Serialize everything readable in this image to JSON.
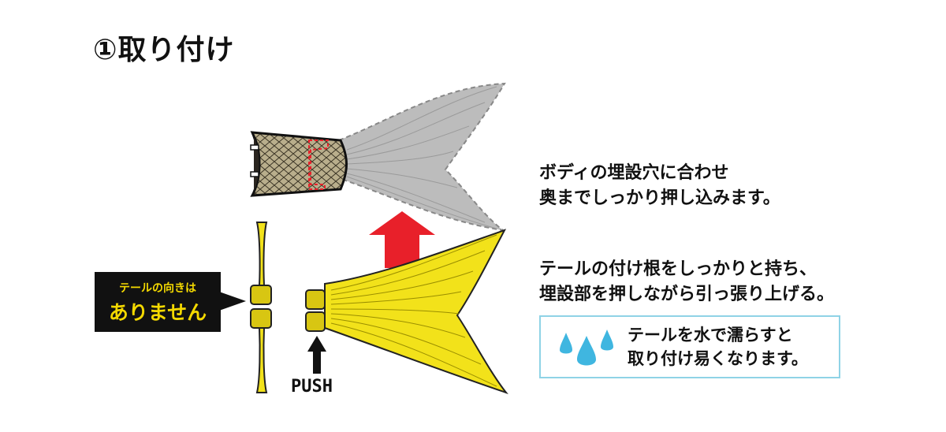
{
  "title": "①取り付け",
  "instruction_1": {
    "line1": "ボディの埋設穴に合わせ",
    "line2": "奥までしっかり押し込みます。"
  },
  "instruction_2": {
    "line1": "テールの付け根をしっかりと持ち、",
    "line2": "埋設部を押しながら引っ張り上げる。"
  },
  "tip": {
    "line1": "テールを水で濡らすと",
    "line2": "取り付け易くなります。",
    "icon": "water-drops-icon",
    "border_color": "#8fd3e6",
    "drop_color": "#3fb6e0"
  },
  "callout": {
    "line1": "テールの向きは",
    "line2": "ありません",
    "text_color": "#f4d900",
    "bg_color": "#111111"
  },
  "push_label": "PUSH",
  "colors": {
    "tail_yellow": "#f2e21a",
    "tail_outline": "#222222",
    "arrow_red": "#e8202a",
    "grey_tail": "#bcbcbc"
  }
}
